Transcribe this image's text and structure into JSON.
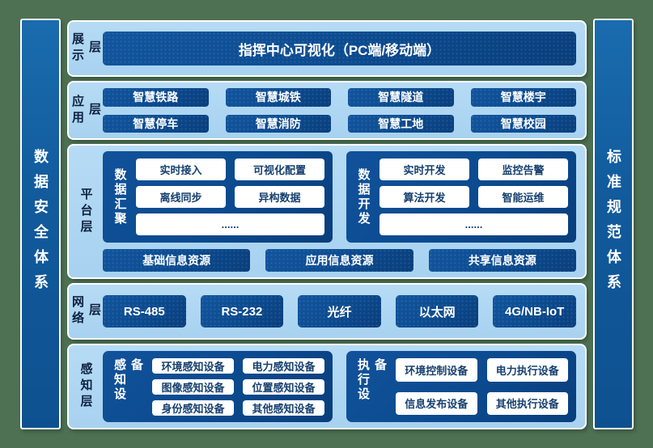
{
  "colors": {
    "background_green": "#4e7154",
    "panel_light_blue": "#aad4f1",
    "box_dark_blue": "#0b4a8e",
    "pillar_blue": "#1365a8",
    "panel_border": "#ffffff",
    "white_box_text": "#16406f",
    "layer_label_text": "#0e2140"
  },
  "left_bar": {
    "label": "数据安全体系"
  },
  "right_bar": {
    "label": "标准规范体系"
  },
  "layers": {
    "display": {
      "label": "展示层",
      "items": [
        "指挥中心可视化（PC端/移动端）"
      ]
    },
    "application": {
      "label": "应用层",
      "items": [
        "智慧铁路",
        "智慧城铁",
        "智慧隧道",
        "智慧楼宇",
        "智慧停车",
        "智慧消防",
        "智慧工地",
        "智慧校园"
      ]
    },
    "platform": {
      "label": "平台层",
      "groups": [
        {
          "label": "数据汇聚",
          "items": [
            "实时接入",
            "可视化配置",
            "离线同步",
            "异构数据"
          ],
          "more": "......"
        },
        {
          "label": "数据开发",
          "items": [
            "实时开发",
            "监控告警",
            "算法开发",
            "智能运维"
          ],
          "more": "......"
        }
      ],
      "resources": [
        "基础信息资源",
        "应用信息资源",
        "共享信息资源"
      ]
    },
    "network": {
      "label": "网络层",
      "items": [
        "RS-485",
        "RS-232",
        "光纤",
        "以太网",
        "4G/NB-IoT"
      ]
    },
    "perception": {
      "label": "感知层",
      "groups": [
        {
          "label": "感知设备",
          "items": [
            "环境感知设备",
            "电力感知设备",
            "图像感知设备",
            "位置感知设备",
            "身份感知设备",
            "其他感知设备"
          ]
        },
        {
          "label": "执行设备",
          "items": [
            "环境控制设备",
            "电力执行设备",
            "信息发布设备",
            "其他执行设备"
          ]
        }
      ]
    }
  }
}
